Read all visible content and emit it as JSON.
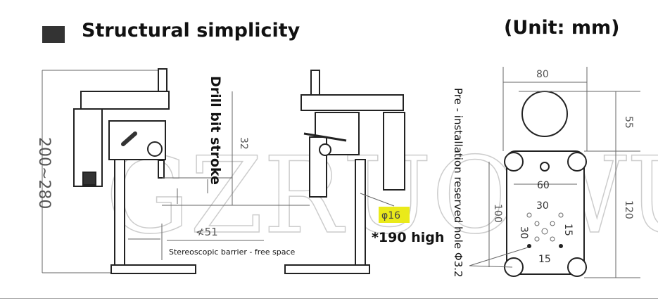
{
  "header": {
    "title": "Structural simplicity",
    "unit": "(Unit: mm)"
  },
  "watermark": "GZRUOWU",
  "side_view": {
    "height_range": "200~280",
    "stroke_label": "Drill bit stroke",
    "stroke_value": "32",
    "clearance": "≮51",
    "clearance_note": "Stereoscopic barrier - free space"
  },
  "front_view": {
    "column_diameter": "φ16",
    "column_height": "*190 high"
  },
  "top_view": {
    "width": "80",
    "head_depth": "55",
    "base_depth": "120",
    "hole_spacing_x": "60",
    "hole_spacing_y": "100",
    "inner_30_x": "30",
    "inner_30_y": "30",
    "inner_15_x": "15",
    "inner_15_y": "15",
    "hole_note": "Pre - installation reserved hole Φ3.2"
  },
  "colors": {
    "highlight": "#eaea1a"
  }
}
